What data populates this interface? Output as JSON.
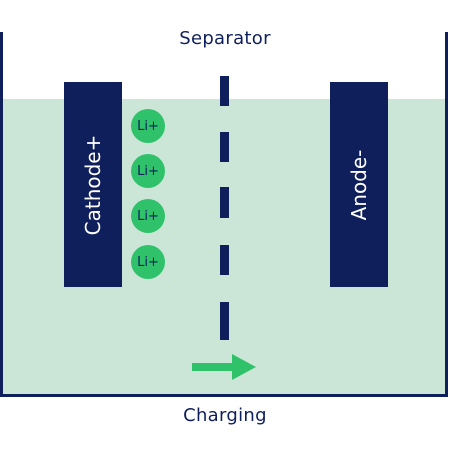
{
  "labels": {
    "separator": "Separator",
    "state": "Charging"
  },
  "electrodes": {
    "cathode": "Cathode+",
    "anode": "Anode-"
  },
  "ions": [
    {
      "label": "Li+"
    },
    {
      "label": "Li+"
    },
    {
      "label": "Li+"
    },
    {
      "label": "Li+"
    }
  ],
  "icons": {
    "direction_arrow": "arrow-right-icon"
  },
  "colors": {
    "navy": "#0f1f5c",
    "electrolyte": "#cbe6d6",
    "ion_green": "#2fc26b",
    "background": "#ffffff"
  }
}
